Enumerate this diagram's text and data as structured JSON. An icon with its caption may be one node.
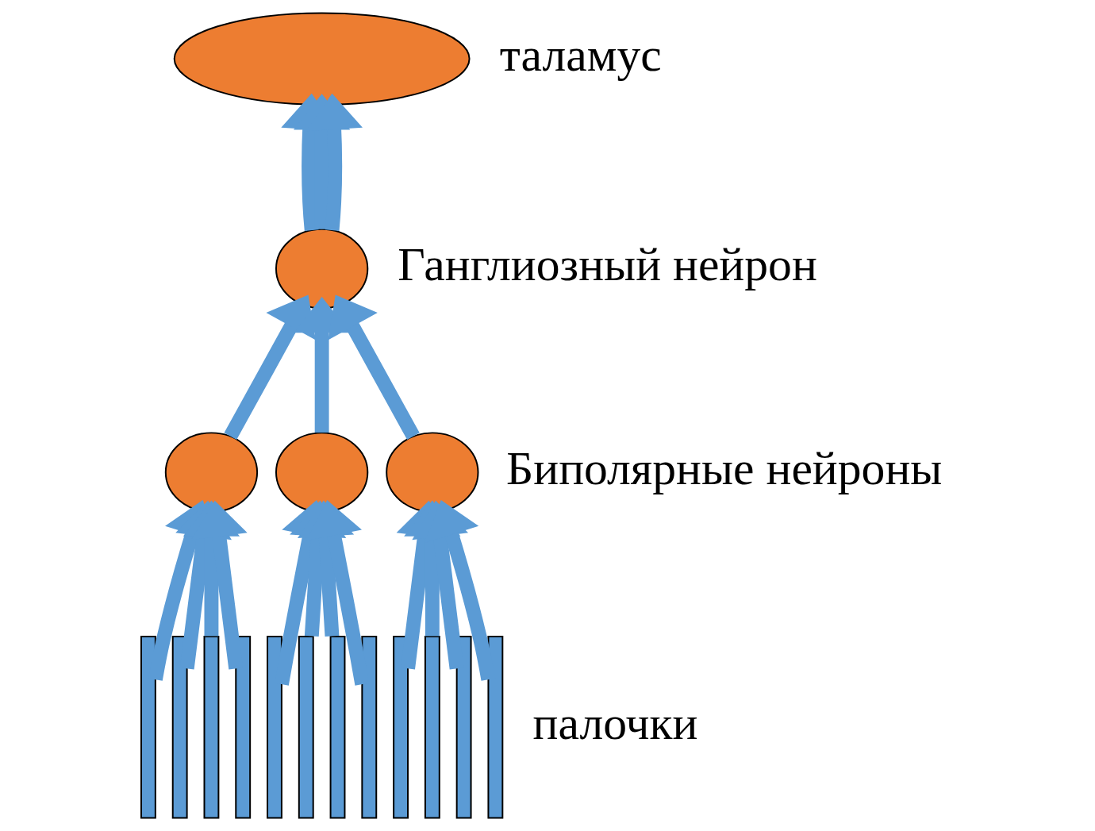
{
  "diagram": {
    "nodes": [
      {
        "text": [],
        "shape": "ellipse",
        "beside": [
          "таламус"
        ]
      },
      {
        "text": [],
        "shape": "circle",
        "beside": [
          "Ганглиозный нейрон"
        ]
      },
      {
        "text": [],
        "shape": "circle"
      },
      {
        "text": [],
        "shape": "circle"
      },
      {
        "text": [],
        "shape": "circle"
      },
      {
        "text": [],
        "shape": "bar"
      },
      {
        "text": [],
        "shape": "bar"
      },
      {
        "text": [],
        "shape": "bar"
      },
      {
        "text": [],
        "shape": "bar"
      },
      {
        "text": [],
        "shape": "bar"
      },
      {
        "text": [],
        "shape": "bar"
      },
      {
        "text": [],
        "shape": "bar"
      },
      {
        "text": [],
        "shape": "bar"
      },
      {
        "text": [],
        "shape": "bar"
      },
      {
        "text": [],
        "shape": "bar"
      },
      {
        "text": [],
        "shape": "bar"
      },
      {
        "text": [],
        "shape": "bar"
      }
    ],
    "edges": [
      {
        "from": 1,
        "to": 0,
        "arrow": "to"
      },
      {
        "from": 1,
        "to": 0,
        "arrow": "to"
      },
      {
        "from": 1,
        "to": 0,
        "arrow": "to"
      },
      {
        "from": 2,
        "to": 1,
        "arrow": "to"
      },
      {
        "from": 3,
        "to": 1,
        "arrow": "to"
      },
      {
        "from": 4,
        "to": 1,
        "arrow": "to"
      },
      {
        "from": 5,
        "to": 2,
        "arrow": "to"
      },
      {
        "from": 6,
        "to": 2,
        "arrow": "to"
      },
      {
        "from": 7,
        "to": 2,
        "arrow": "to"
      },
      {
        "from": 8,
        "to": 2,
        "arrow": "to"
      },
      {
        "from": 9,
        "to": 3,
        "arrow": "to"
      },
      {
        "from": 10,
        "to": 3,
        "arrow": "to"
      },
      {
        "from": 11,
        "to": 3,
        "arrow": "to"
      },
      {
        "from": 12,
        "to": 3,
        "arrow": "to"
      },
      {
        "from": 13,
        "to": 4,
        "arrow": "to"
      },
      {
        "from": 14,
        "to": 4,
        "arrow": "to"
      },
      {
        "from": 15,
        "to": 4,
        "arrow": "to"
      },
      {
        "from": 16,
        "to": 4,
        "arrow": "to"
      }
    ],
    "labels": [
      "Биполярные нейроны",
      "палочки"
    ]
  }
}
